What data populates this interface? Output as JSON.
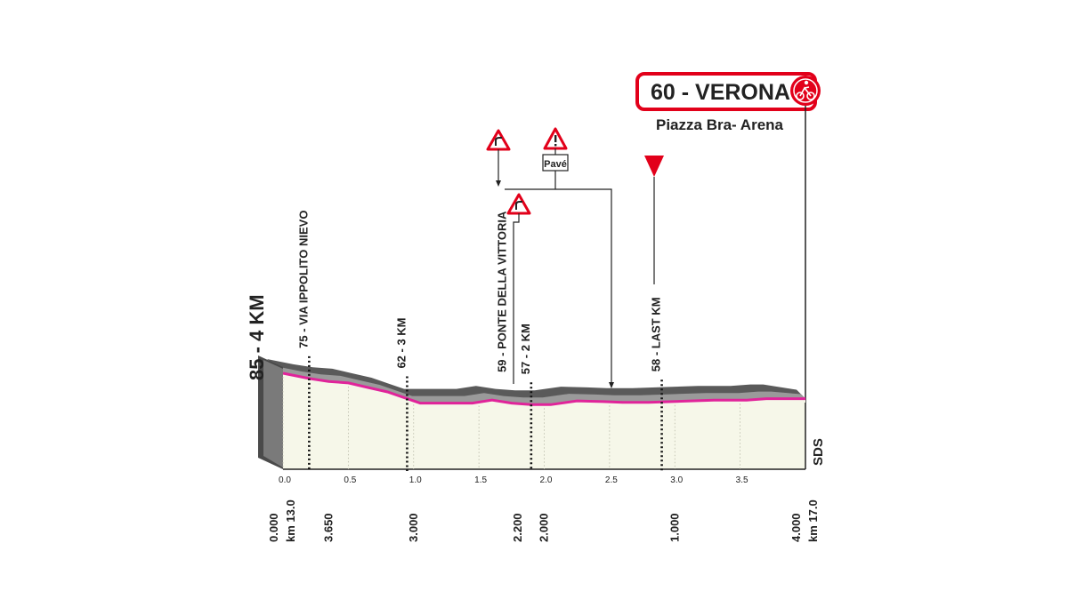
{
  "finish_badge": {
    "label": "60 - VERONA",
    "icon": "finish-cyclist-icon"
  },
  "finish_subtitle": "Piazza Bra- Arena",
  "stage_header": "85 - 4 KM",
  "sds_label": "SDS",
  "warnings": {
    "curve_left_icon": "curve-left-warning-icon",
    "curve_right_icon": "curve-right-warning-icon",
    "danger_icon": "danger-warning-icon",
    "pave_label": "Pavé",
    "last_km_icon": "last-km-flag-icon"
  },
  "colors": {
    "profile_top": "#5a5a5a",
    "profile_side": "#9a9a9a",
    "profile_body": "#f6f7e9",
    "road_line": "#e0249a",
    "badge_border": "#e2001a",
    "badge_text": "#222222"
  },
  "chart_data": {
    "type": "area",
    "x_unit": "km",
    "x_ticks": [
      "0.0",
      "0.5",
      "1.0",
      "1.5",
      "2.0",
      "2.5",
      "3.0",
      "3.5"
    ],
    "profile": {
      "x": [
        0.0,
        0.2,
        0.35,
        0.5,
        0.65,
        0.8,
        0.95,
        1.05,
        1.25,
        1.45,
        1.6,
        1.75,
        1.9,
        2.05,
        2.25,
        2.45,
        2.6,
        2.8,
        3.05,
        3.3,
        3.55,
        3.7,
        3.8
      ],
      "y": [
        1.0,
        0.86,
        0.78,
        0.74,
        0.62,
        0.5,
        0.32,
        0.2,
        0.2,
        0.2,
        0.28,
        0.2,
        0.16,
        0.16,
        0.26,
        0.24,
        0.22,
        0.22,
        0.25,
        0.28,
        0.28,
        0.32,
        0.32
      ]
    },
    "markers": [
      {
        "km": 0.2,
        "label": "75 - VIA IPPOLITO NIEVO",
        "style": "dotted"
      },
      {
        "km": 0.95,
        "label": "62 - 3 KM",
        "style": "dotted"
      },
      {
        "km": 1.72,
        "label": "59 - PONTE DELLA VITTORIA",
        "style": "solid"
      },
      {
        "km": 1.9,
        "label": "57 - 2 KM",
        "style": "dotted"
      },
      {
        "km": 2.9,
        "label": "58 - LAST KM",
        "style": "dotted"
      }
    ],
    "bottom_labels": [
      {
        "km": 0.0,
        "lines": [
          "0.000",
          "km 13.0"
        ]
      },
      {
        "km": 0.35,
        "lines": [
          "3.650"
        ]
      },
      {
        "km": 1.0,
        "lines": [
          "3.000"
        ]
      },
      {
        "km": 1.8,
        "lines": [
          "2.200"
        ]
      },
      {
        "km": 2.0,
        "lines": [
          "2.000"
        ]
      },
      {
        "km": 3.0,
        "lines": [
          "1.000"
        ]
      },
      {
        "km": 4.0,
        "lines": [
          "4.000",
          "km 17.0"
        ]
      }
    ]
  }
}
